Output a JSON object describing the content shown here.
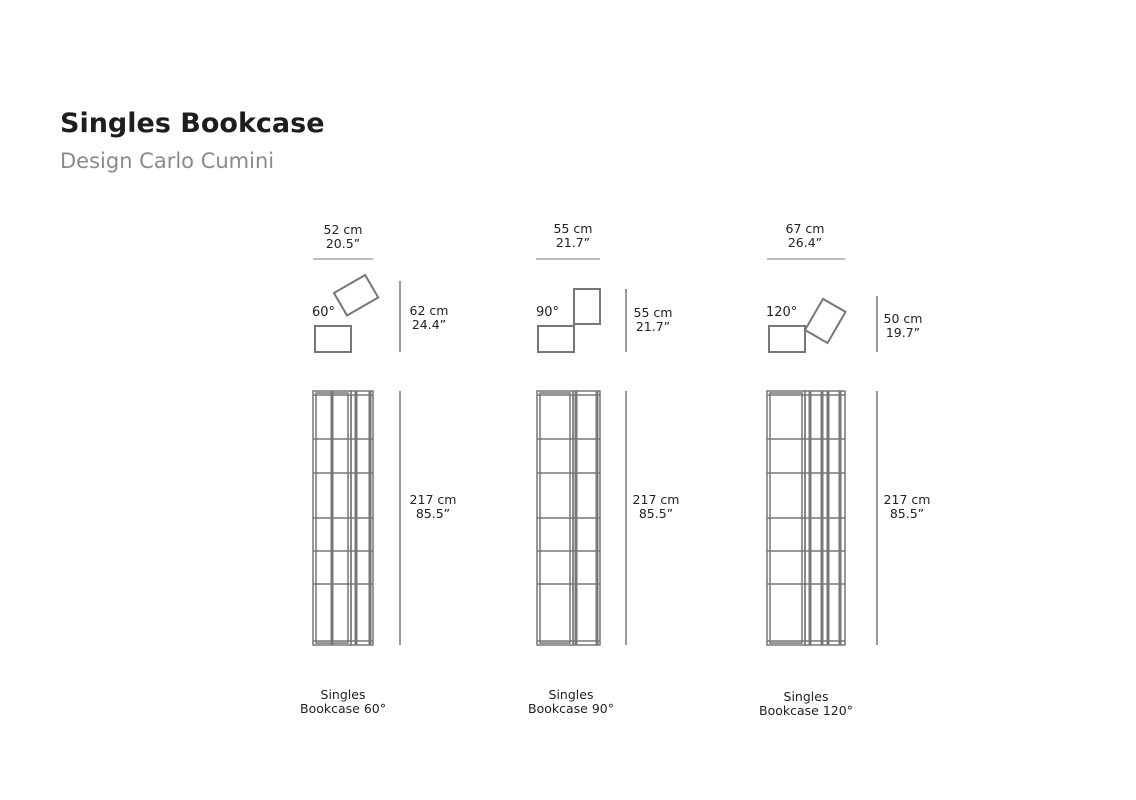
{
  "header": {
    "title": "Singles Bookcase",
    "subtitle": "Design Carlo Cumini"
  },
  "models": [
    {
      "width_cm": "52 cm",
      "width_in": "20.5”",
      "angle": "60°",
      "depth_cm": "62 cm",
      "depth_in": "24.4”",
      "height_cm": "217 cm",
      "height_in": "85.5”",
      "name_line1": "Singles",
      "name_line2": "Bookcase 60°"
    },
    {
      "width_cm": "55 cm",
      "width_in": "21.7”",
      "angle": "90°",
      "depth_cm": "55 cm",
      "depth_in": "21.7”",
      "height_cm": "217 cm",
      "height_in": "85.5”",
      "name_line1": "Singles",
      "name_line2": "Bookcase 90°"
    },
    {
      "width_cm": "67 cm",
      "width_in": "26.4”",
      "angle": "120°",
      "depth_cm": "50 cm",
      "depth_in": "19.7”",
      "height_cm": "217 cm",
      "height_in": "85.5”",
      "name_line1": "Singles",
      "name_line2": "Bookcase 120°"
    }
  ]
}
